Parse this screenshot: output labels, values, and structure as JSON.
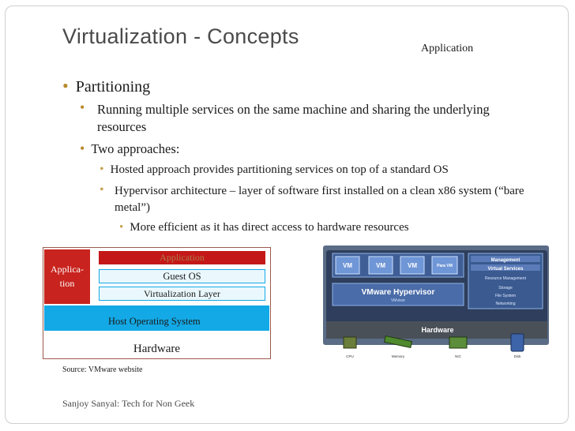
{
  "slide": {
    "title": "Virtualization - Concepts",
    "top_label": "Application",
    "bullets": {
      "l1": "Partitioning",
      "l2a": "Running multiple services on the same machine and sharing the underlying resources",
      "l2b": "Two approaches:",
      "l3a": "Hosted approach provides partitioning services on top of a standard OS",
      "l3b": "Hypervisor architecture – layer of software first installed on a clean x86 system (“bare metal”)",
      "l4a": "More efficient as it has direct access to hardware resources"
    },
    "source": "Source: VMware website",
    "footer": "Sanjoy Sanyal: Tech for Non Geek",
    "accent_color": "#b88a2e"
  },
  "diagram": {
    "hardware": "Hardware",
    "host_os": "Host Operating System",
    "application_side": "Applica-tion",
    "application_top": "Application",
    "guest_os": "Guest OS",
    "virtualization_layer": "Virtualization Layer",
    "colors": {
      "host": "#13a9e6",
      "app": "#c8231e",
      "border": "#9c5a4e"
    }
  },
  "vmware_image": {
    "vm_boxes": [
      "VM",
      "VM",
      "VM",
      "Para VM"
    ],
    "hypervisor": "VMware Hypervisor",
    "hypervisor_sub": "VMvisor",
    "management": "Management",
    "virtual_services": "Virtual Services",
    "services": [
      "Resource Management",
      "Storage",
      "File System",
      "Networking"
    ],
    "hardware": "Hardware",
    "components": [
      "CPU",
      "Memory",
      "NIC",
      "Disk"
    ]
  }
}
